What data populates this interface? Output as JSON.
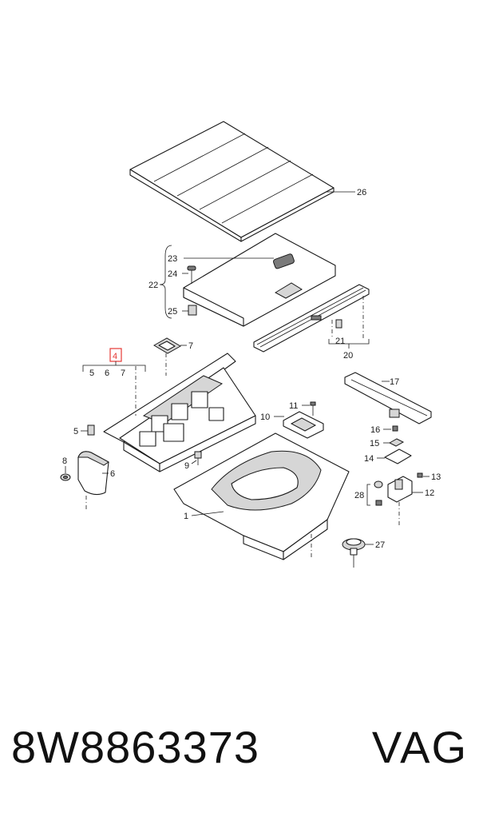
{
  "callouts": {
    "c1": "1",
    "c4": "4",
    "c5": "5",
    "c6": "6",
    "c7": "7",
    "c8": "8",
    "c9": "9",
    "c10": "10",
    "c11": "11",
    "c12": "12",
    "c13": "13",
    "c14": "14",
    "c15": "15",
    "c16": "16",
    "c17": "17",
    "c20": "20",
    "c21": "21",
    "c22": "22",
    "c23": "23",
    "c24": "24",
    "c25": "25",
    "c26": "26",
    "c27": "27",
    "c28": "28"
  },
  "footer": {
    "part_number": "8W8863373",
    "brand": "VAG"
  },
  "colors": {
    "highlight": "#e53935"
  }
}
